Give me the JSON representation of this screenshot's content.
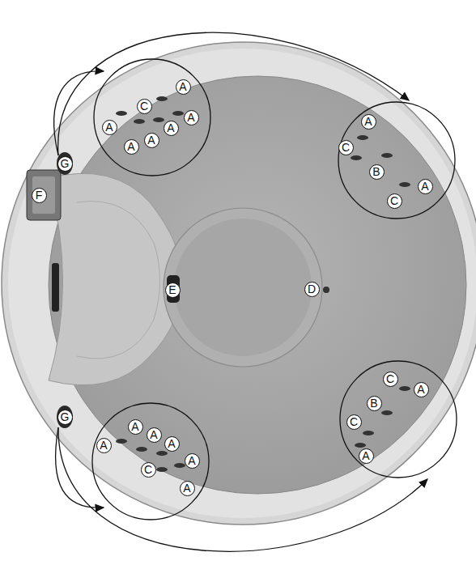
{
  "diagram": {
    "labels": [
      "A",
      "C",
      "A",
      "A",
      "A",
      "A",
      "A",
      "G",
      "F",
      "A",
      "C",
      "B",
      "A",
      "C",
      "E",
      "D",
      "C",
      "A",
      "B",
      "C",
      "A",
      "G",
      "A",
      "A",
      "A",
      "A",
      "A",
      "C",
      "A"
    ]
  }
}
